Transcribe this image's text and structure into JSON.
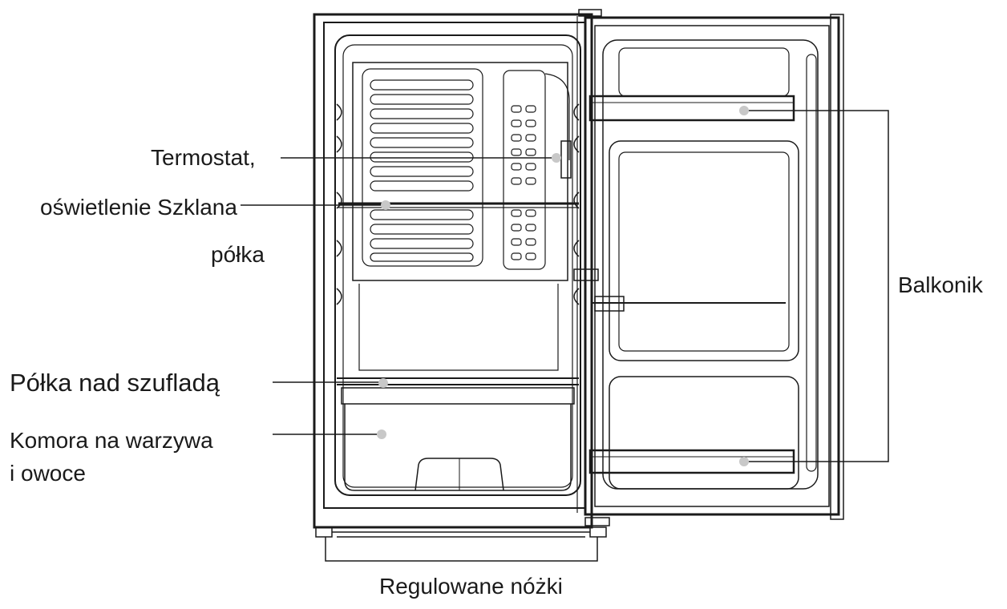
{
  "labels": {
    "termostat": "Termostat,",
    "oswietlenie_szklana": "oświetlenie Szklana",
    "polka": "półka",
    "balkonik": "Balkonik",
    "polka_nad_szuflada": "Półka nad szufladą",
    "komora_line1": "Komora na warzywa",
    "komora_line2": "i owoce",
    "regulowane_nozki": "Regulowane nóżki"
  },
  "colors": {
    "line": "#1a1a1a",
    "text": "#1a1a1a",
    "marker": "#c8c8c8",
    "background": "#ffffff"
  }
}
